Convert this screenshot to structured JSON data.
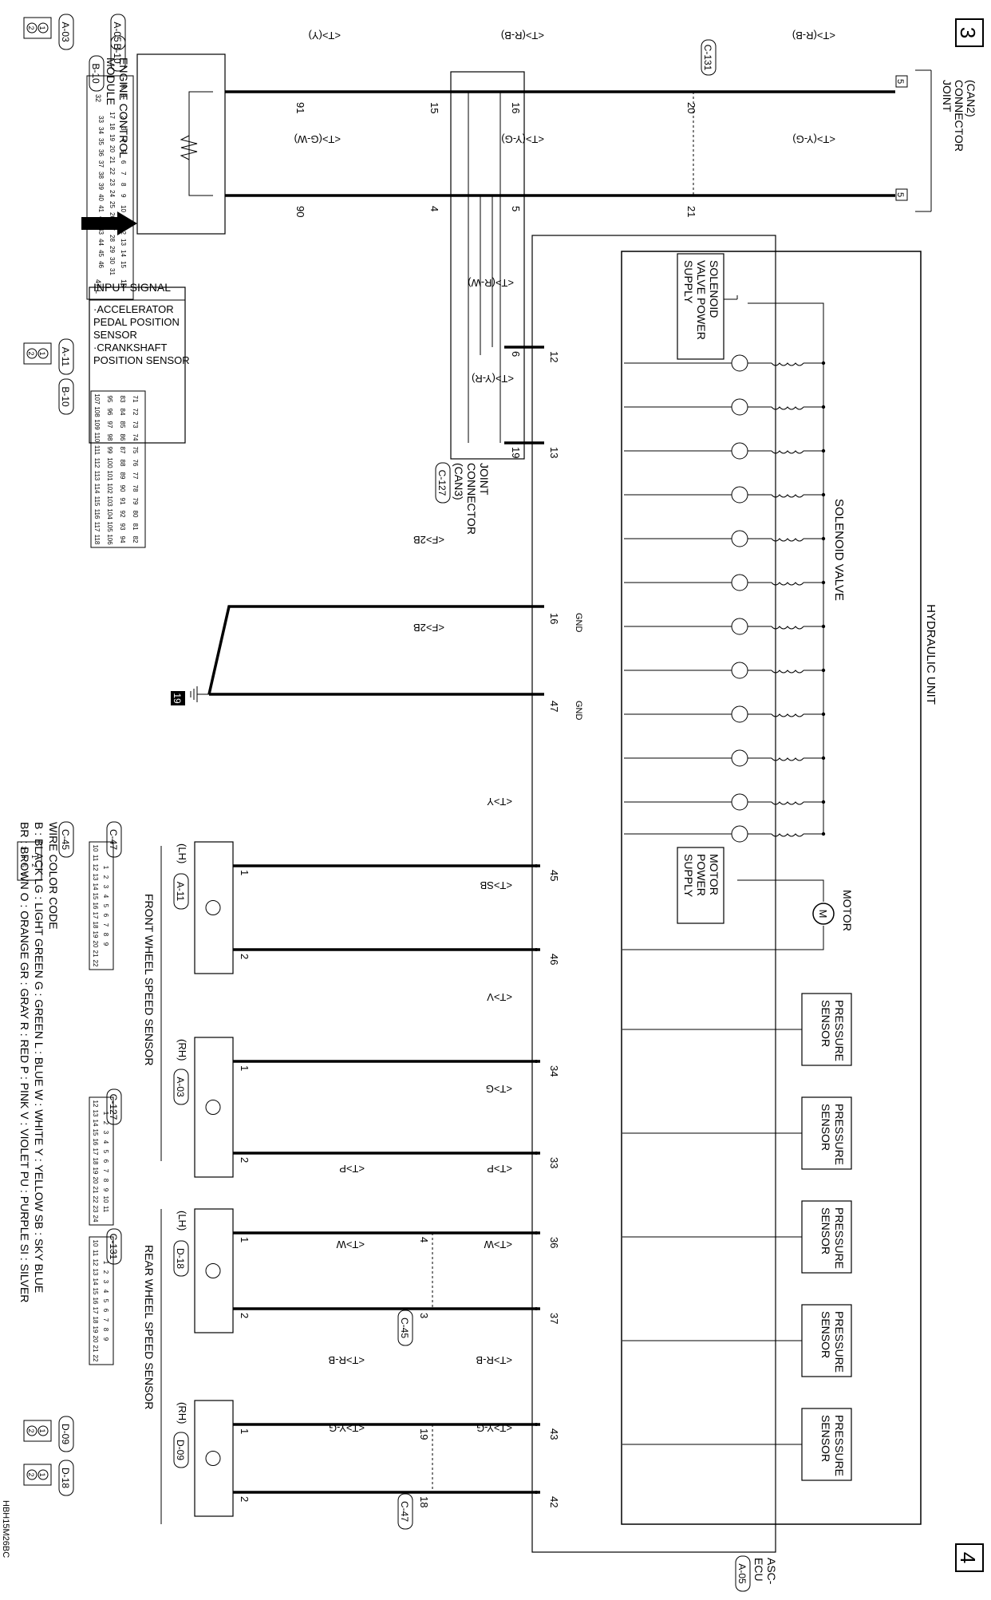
{
  "page_markers": {
    "top": "3",
    "bottom": "4"
  },
  "diagram_code": "HBH15M26BC",
  "blocks": {
    "hydraulic_unit": "HYDRAULIC UNIT",
    "solenoid_valve": "SOLENOID VALVE",
    "solenoid_supply": [
      "SOLENOID",
      "VALVE POWER",
      "SUPPLY"
    ],
    "motor": "MOTOR",
    "motor_symbol": "M",
    "motor_supply": [
      "MOTOR",
      "POWER",
      "SUPPLY"
    ],
    "pressure_sensor": [
      "PRESSURE",
      "SENSOR"
    ],
    "asc_ecu": [
      "ASC-",
      "ECU"
    ],
    "asc_ecu_conn": "A-05",
    "ecm": [
      "ENGINE CONTROL",
      "MODULE"
    ],
    "ecm_conn": "B-10",
    "input_signal_title": "INPUT SIGNAL",
    "input_signal_items": [
      "·ACCELERATOR",
      "PEDAL POSITION",
      "SENSOR",
      "·CRANKSHAFT",
      "POSITION SENSOR"
    ],
    "joint_can2": [
      "JOINT",
      "CONNECTOR",
      "(CAN2)"
    ],
    "joint_can2_num": "5",
    "joint_can3": [
      "JOINT",
      "CONNECTOR",
      "(CAN3)"
    ],
    "joint_can3_conn": "C-127",
    "ground_num": "19",
    "front_wss": "FRONT WHEEL SPEED SENSOR",
    "rear_wss": "REAR WHEEL SPEED SENSOR"
  },
  "wires": {
    "can_h": {
      "color": "<T>(R-B)",
      "pins": [
        "20",
        "16",
        "15",
        "91"
      ],
      "ecm_color": "<T>(Y)",
      "conn": "C-131"
    },
    "can_l": {
      "color": "<T>(Y-G)",
      "pins": [
        "21",
        "5",
        "4",
        "90"
      ],
      "ecm_color": "<T>(G-W)"
    },
    "can3_a": {
      "color": "<T>(R-W)",
      "pins": [
        "12",
        "6"
      ]
    },
    "can3_b": {
      "color": "<T>(Y-R)",
      "pins": [
        "13",
        "19"
      ]
    },
    "gnd1": {
      "color": "<F>2B",
      "pin": "16",
      "label": "GND"
    },
    "gnd2": {
      "color": "<F>2B",
      "pin": "47",
      "label": "GND"
    },
    "fl": {
      "side": "(LH)",
      "conn": "A-11",
      "w1": "<T>Y",
      "w2": "<T>SB",
      "ecu": [
        "45",
        "46"
      ],
      "sensor": [
        "1",
        "2"
      ]
    },
    "fr": {
      "side": "(RH)",
      "conn": "A-03",
      "w1": "<T>V",
      "w2": "<T>G",
      "ecu": [
        "34",
        "33"
      ],
      "sensor": [
        "1",
        "2"
      ]
    },
    "rl": {
      "side": "(LH)",
      "conn": "D-18",
      "w1": "<T>P",
      "w2": "<T>W",
      "ecu": [
        "36",
        "37"
      ],
      "mid": [
        "4",
        "3"
      ],
      "mid_conn": "C-45",
      "sensor": [
        "1",
        "2"
      ]
    },
    "rr": {
      "side": "(RH)",
      "conn": "D-09",
      "w1": "<T>R-B",
      "w2": "<T>Y-G",
      "ecu": [
        "43",
        "42"
      ],
      "mid": [
        "19",
        "18"
      ],
      "mid_conn": "C-47",
      "sensor": [
        "1",
        "2"
      ]
    }
  },
  "connector_views": {
    "a03": "A-03",
    "a05": "A-05",
    "b10": "B-10",
    "a11": "A-11",
    "c45": "C-45",
    "c47": "C-47",
    "c127": "C-127",
    "c131": "C-131",
    "d09": "D-09",
    "d18": "D-18",
    "two_pin": [
      "1",
      "2"
    ],
    "a05_pins": {
      "first": "1",
      "label_r": "R",
      "p32": "32",
      "row1": [
        "2",
        "3",
        "4",
        "5",
        "6",
        "7",
        "8",
        "9",
        "10",
        "11",
        "12",
        "13",
        "14",
        "15"
      ],
      "p16": "16",
      "row2": [
        "17",
        "18",
        "19",
        "20",
        "21",
        "22",
        "23",
        "24",
        "25",
        "26",
        "27",
        "28",
        "29",
        "30",
        "31"
      ],
      "p47": "47",
      "label_l": "L",
      "row3": [
        "33",
        "34",
        "35",
        "36",
        "37",
        "38",
        "39",
        "40",
        "41",
        "42",
        "43",
        "44",
        "45",
        "46"
      ]
    },
    "b10_pins": [
      [
        "71",
        "72",
        "73",
        "74",
        "75",
        "76",
        "77",
        "78",
        "79",
        "80",
        "81",
        "82"
      ],
      [
        "83",
        "84",
        "85",
        "86",
        "87",
        "88",
        "89",
        "90",
        "91",
        "92",
        "93",
        "94"
      ],
      [
        "95",
        "96",
        "97",
        "98",
        "99",
        "100",
        "101",
        "102",
        "103",
        "104",
        "105",
        "106"
      ],
      [
        "107",
        "108",
        "109",
        "110",
        "111",
        "112",
        "113",
        "114",
        "115",
        "116",
        "117",
        "118"
      ]
    ],
    "c45_pins": [
      [
        "1",
        "2"
      ],
      [
        "3",
        "4",
        "5",
        "6"
      ]
    ],
    "c47_pins": [
      [
        "1",
        "2",
        "3",
        "4",
        "5",
        "6",
        "7",
        "8",
        "9"
      ],
      [
        "10",
        "11",
        "12",
        "13",
        "14",
        "15",
        "16",
        "17",
        "18",
        "19",
        "20",
        "21",
        "22"
      ]
    ],
    "c127_pins": [
      [
        "1",
        "2",
        "3",
        "4",
        "5",
        "6",
        "7",
        "8",
        "9",
        "10",
        "11"
      ],
      [
        "12",
        "13",
        "14",
        "15",
        "16",
        "17",
        "18",
        "19",
        "20",
        "21",
        "22",
        "23",
        "24"
      ]
    ],
    "c131_pins": [
      [
        "1",
        "2",
        "3",
        "4",
        "5",
        "6",
        "7",
        "8",
        "9"
      ],
      [
        "10",
        "11",
        "12",
        "13",
        "14",
        "15",
        "16",
        "17",
        "18",
        "19",
        "20",
        "21",
        "22"
      ]
    ]
  },
  "wire_color_code": {
    "title": "WIRE COLOR CODE",
    "lines": [
      "B : BLACK    LG : LIGHT GREEN    G : GREEN    L : BLUE    W : WHITE    Y : YELLOW    SB : SKY BLUE",
      "BR : BROWN    O : ORANGE    GR : GRAY    R : RED    P : PINK    V : VIOLET    PU : PURPLE    SI : SILVER"
    ]
  }
}
